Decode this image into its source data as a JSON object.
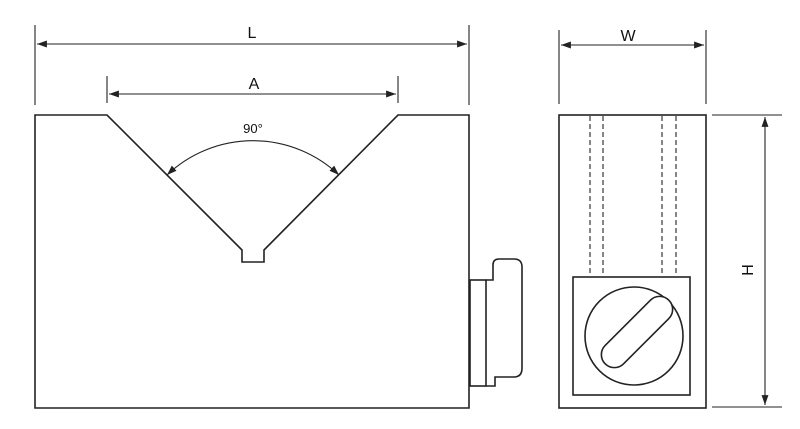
{
  "labels": {
    "length": "L",
    "v_opening": "A",
    "angle": "90°",
    "width": "W",
    "height": "H"
  }
}
